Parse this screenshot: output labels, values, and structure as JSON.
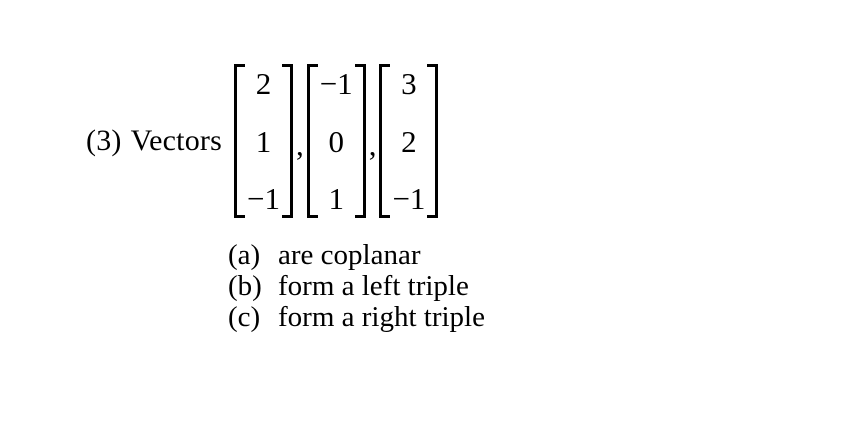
{
  "problem": {
    "number": "(3)",
    "prompt": "Vectors",
    "separator": ",",
    "vectors": [
      {
        "name": "vector-1",
        "components": [
          "2",
          "1",
          "−1"
        ]
      },
      {
        "name": "vector-2",
        "components": [
          "−1",
          "0",
          "1"
        ]
      },
      {
        "name": "vector-3",
        "components": [
          "3",
          "2",
          "−1"
        ]
      }
    ],
    "options": [
      {
        "label": "(a)",
        "text": "are coplanar"
      },
      {
        "label": "(b)",
        "text": "form a left triple"
      },
      {
        "label": "(c)",
        "text": "form a right triple"
      }
    ]
  },
  "style": {
    "background": "#ffffff",
    "ink": "#000000"
  }
}
